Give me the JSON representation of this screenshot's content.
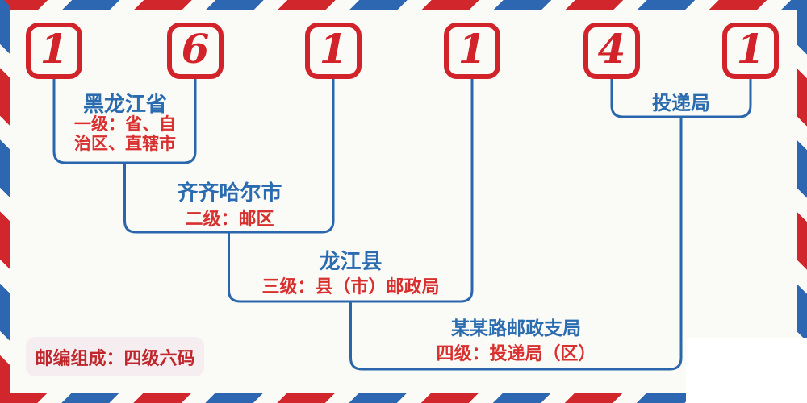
{
  "postal_code": {
    "value": "161141",
    "digits": [
      "1",
      "6",
      "1",
      "1",
      "4",
      "1"
    ]
  },
  "levels": [
    {
      "name": "黑龙江省",
      "desc_lines": [
        "一级：省、自",
        "治区、直辖市"
      ]
    },
    {
      "name": "齐齐哈尔市",
      "desc_lines": [
        "二级：邮区"
      ]
    },
    {
      "name": "龙江县",
      "desc_lines": [
        "三级：县（市）邮政局"
      ]
    },
    {
      "name": "某某路邮政支局",
      "desc_lines": [
        "四级：投递局（区）"
      ]
    }
  ],
  "delivery_office_label": "投递局",
  "footer": {
    "badge": "邮编组成：四级六码"
  },
  "colors": {
    "stripe_red": "#d0262c",
    "stripe_blue": "#2e67b1",
    "digit_red": "#d2232a",
    "connector_blue": "#2b66ad",
    "label_blue": "#2b6cb0",
    "label_red": "#d8302f",
    "badge_background": "#f5edef",
    "badge_text": "#bf272c",
    "canvas_background": "#fafaf6"
  }
}
